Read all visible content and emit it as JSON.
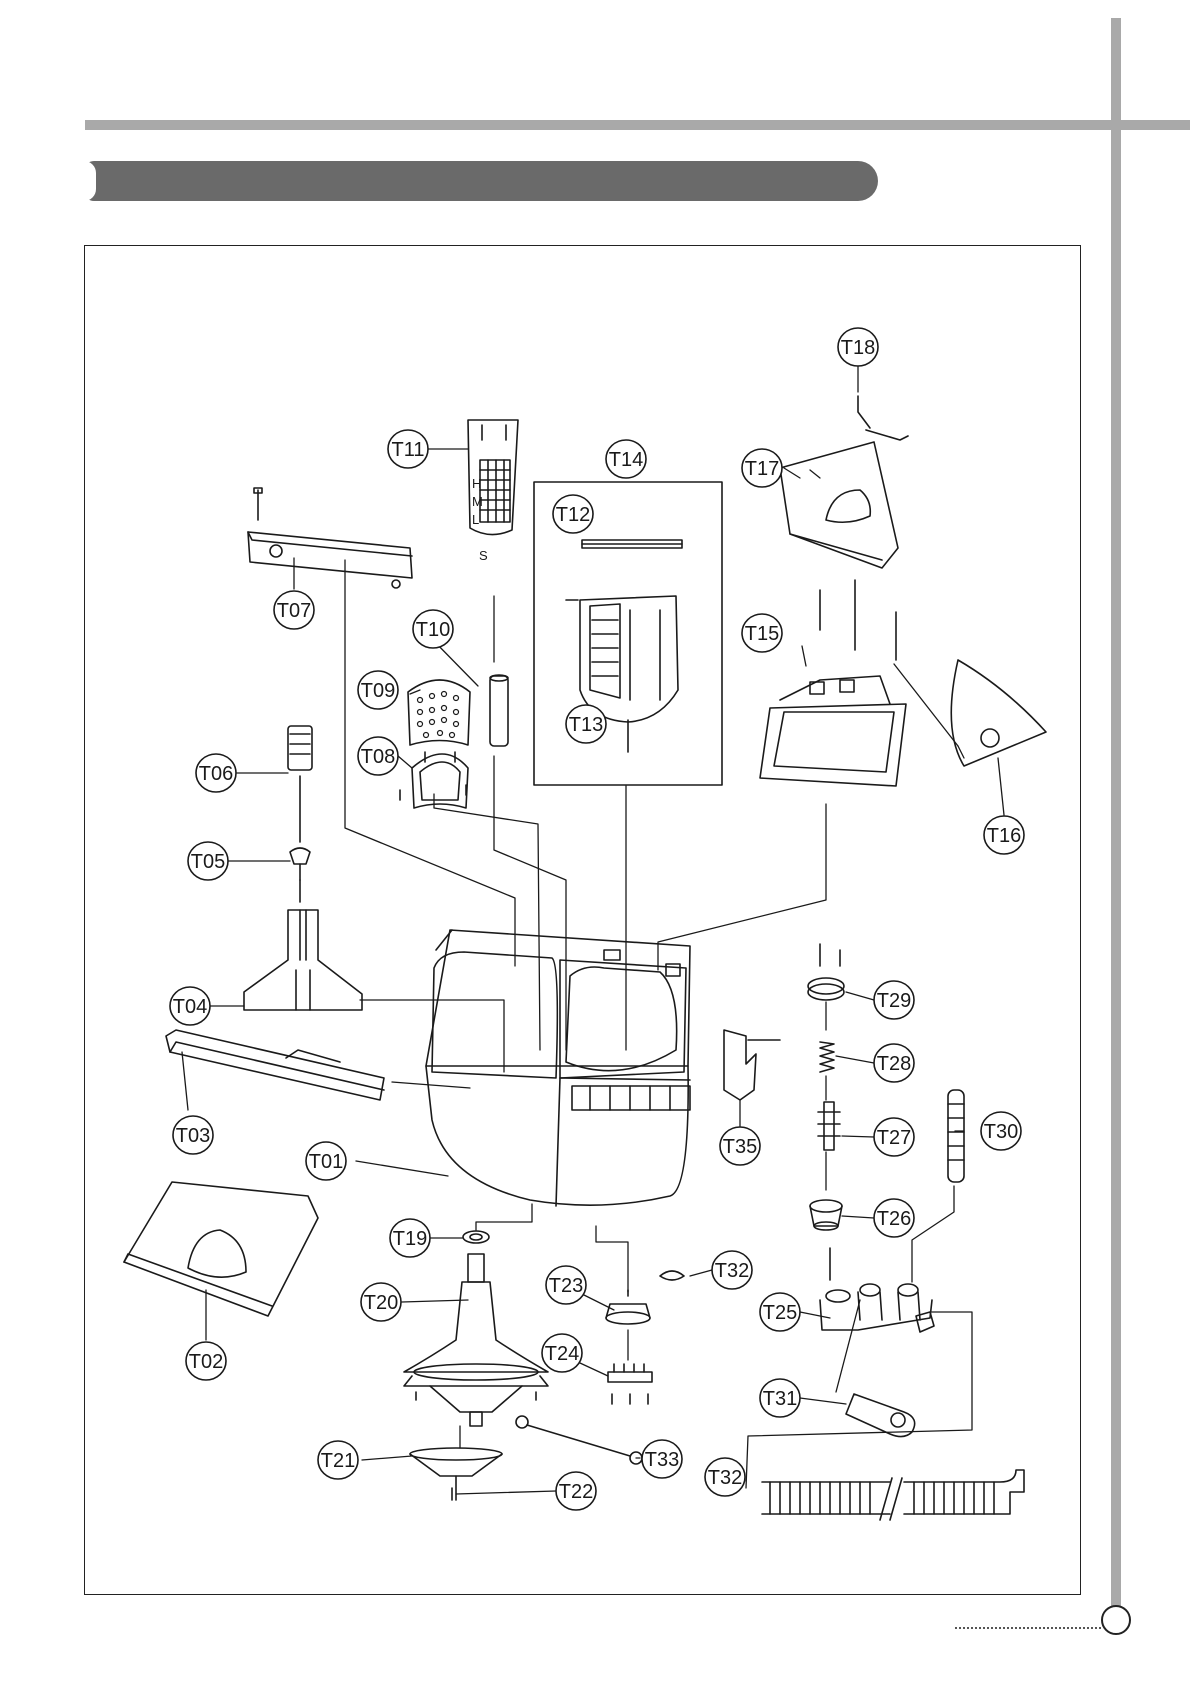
{
  "labels": {
    "t01": "T01",
    "t02": "T02",
    "t03": "T03",
    "t04": "T04",
    "t05": "T05",
    "t06": "T06",
    "t07": "T07",
    "t08": "T08",
    "t09": "T09",
    "t10": "T10",
    "t11": "T11",
    "t12": "T12",
    "t13": "T13",
    "t14": "T14",
    "t15": "T15",
    "t16": "T16",
    "t17": "T17",
    "t18": "T18",
    "t19": "T19",
    "t20": "T20",
    "t21": "T21",
    "t22": "T22",
    "t23": "T23",
    "t24": "T24",
    "t25": "T25",
    "t26": "T26",
    "t27": "T27",
    "t28": "T28",
    "t29": "T29",
    "t30": "T30",
    "t31": "T31",
    "t32a": "T32",
    "t32b": "T32",
    "t33": "T33",
    "t35": "T35"
  },
  "selector_marks": {
    "h": "H",
    "m": "M",
    "l": "L",
    "s": "S"
  },
  "colors": {
    "rule": "#a9a9a9",
    "title_bar": "#6a6a6a",
    "ink": "#1a1a1a"
  }
}
